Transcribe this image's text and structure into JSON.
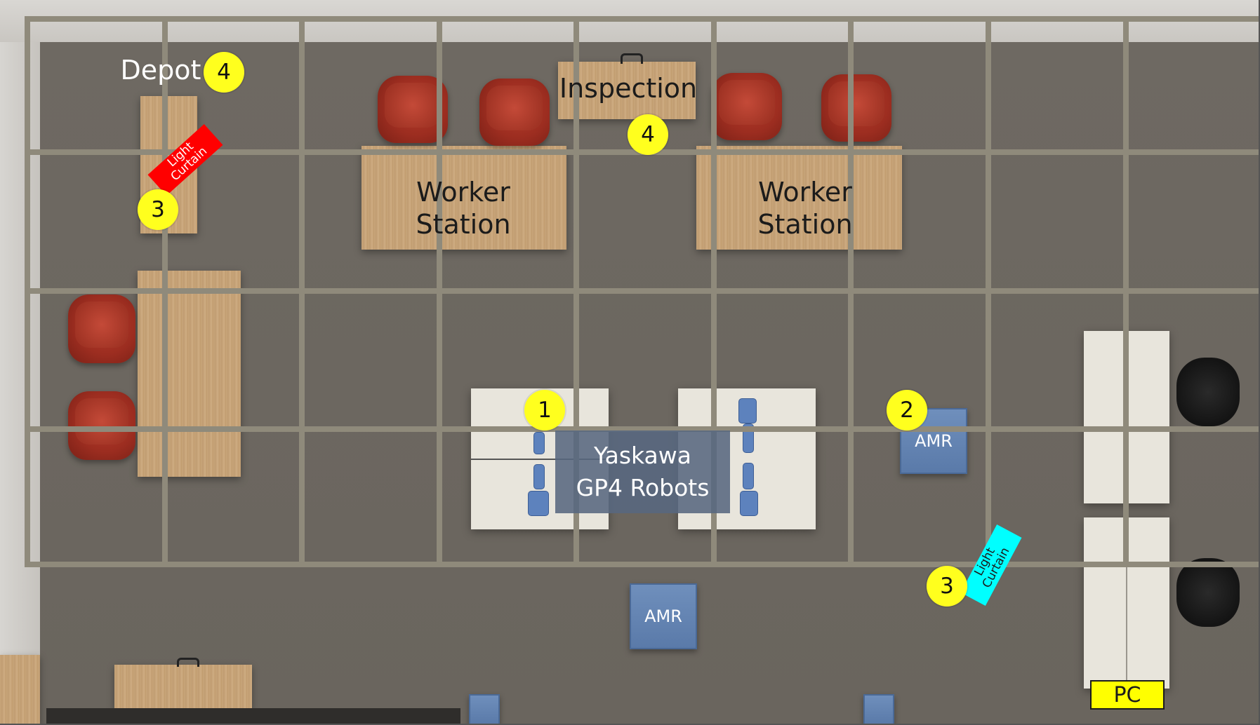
{
  "layout": {
    "depot_label": "Depot",
    "inspection_label": "Inspection",
    "worker_station_left": "Worker\nStation",
    "worker_station_right": "Worker\nStation",
    "robots_label": "Yaskawa\nGP4 Robots",
    "amr_label_1": "AMR",
    "amr_label_2": "AMR",
    "light_curtain_red": "Light\nCurtain",
    "light_curtain_cyan": "Light\nCurtain",
    "pc_label": "PC"
  },
  "badges": {
    "robots": "1",
    "amr": "2",
    "light_curtain_left": "3",
    "light_curtain_right": "3",
    "depot": "4",
    "inspection": "4"
  },
  "colors": {
    "badge": "#ffff1e",
    "light_curtain_red": "#ff0000",
    "light_curtain_cyan": "#00ffff",
    "pc_box": "#ffff00",
    "amr": "#5a7aa9",
    "floor": "#6e6962",
    "grid": "#8f8a7b"
  }
}
